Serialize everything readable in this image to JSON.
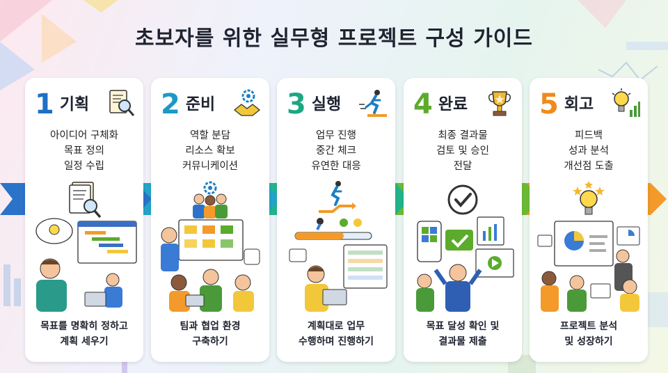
{
  "title": "초보자를 위한 실무형 프로젝트 구성 가이드",
  "steps": [
    {
      "num": "1",
      "name": "기획",
      "color": "#1f6fc6",
      "items": [
        "아이디어 구체화",
        "목표 정의",
        "일정 수립"
      ],
      "caption": [
        "목표를 명확히 정하고",
        "계획 세우기"
      ],
      "head_icon": "magnifier-document-icon",
      "mid_icon": "document-search-icon"
    },
    {
      "num": "2",
      "name": "준비",
      "color": "#1a9ac4",
      "items": [
        "역할 분담",
        "리소스 확보",
        "커뮤니케이션"
      ],
      "caption": [
        "팀과 협업 환경",
        "구축하기"
      ],
      "head_icon": "handshake-gear-icon",
      "mid_icon": "team-gear-icon"
    },
    {
      "num": "3",
      "name": "실행",
      "color": "#1ba882",
      "items": [
        "업무 진행",
        "중간 체크",
        "유연한 대응"
      ],
      "caption": [
        "계획대로 업무",
        "수행하며 진행하기"
      ],
      "head_icon": "running-person-icon",
      "mid_icon": "running-path-icon"
    },
    {
      "num": "4",
      "name": "완료",
      "color": "#5cab2c",
      "items": [
        "최종 결과물",
        "검토 및 승인",
        "전달"
      ],
      "caption": [
        "목표 달성 확인 및",
        "결과물 제출"
      ],
      "head_icon": "trophy-icon",
      "mid_icon": "check-circle-icon"
    },
    {
      "num": "5",
      "name": "회고",
      "color": "#f08a1c",
      "items": [
        "피드백",
        "성과 분석",
        "개선점 도출"
      ],
      "caption": [
        "프로젝트 분석",
        "및 성장하기"
      ],
      "head_icon": "lightbulb-chart-icon",
      "mid_icon": "lightbulb-stars-icon"
    }
  ],
  "band_colors": [
    "#2a73c9",
    "#22a6c8",
    "#23b58a",
    "#6cbb35",
    "#f39a2a"
  ]
}
